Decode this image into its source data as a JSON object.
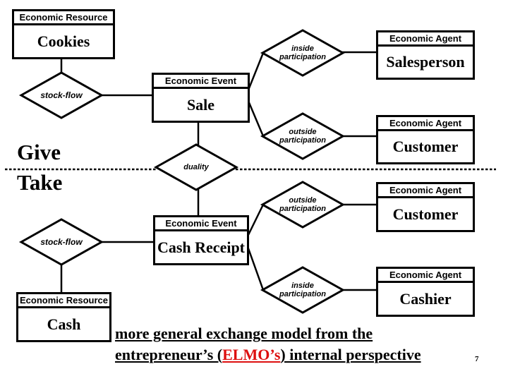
{
  "colors": {
    "line": "#000000",
    "background": "#ffffff",
    "highlight_red": "#dd0f0f"
  },
  "entities": [
    {
      "id": "cookies",
      "type_label": "Economic Resource",
      "name": "Cookies"
    },
    {
      "id": "sale",
      "type_label": "Economic Event",
      "name": "Sale"
    },
    {
      "id": "salesperson",
      "type_label": "Economic Agent",
      "name": "Salesperson"
    },
    {
      "id": "customer-sale",
      "type_label": "Economic Agent",
      "name": "Customer"
    },
    {
      "id": "customer-receipt",
      "type_label": "Economic Agent",
      "name": "Customer"
    },
    {
      "id": "cash-receipt",
      "type_label": "Economic Event",
      "name": "Cash Receipt"
    },
    {
      "id": "cashier",
      "type_label": "Economic Agent",
      "name": "Cashier"
    },
    {
      "id": "cash",
      "type_label": "Economic Resource",
      "name": "Cash"
    }
  ],
  "relationships": [
    {
      "id": "stock-flow-sale",
      "lines": [
        "stock-flow"
      ]
    },
    {
      "id": "inside-participation-sale",
      "lines": [
        "inside",
        "participation"
      ]
    },
    {
      "id": "outside-participation-sale",
      "lines": [
        "outside",
        "participation"
      ]
    },
    {
      "id": "duality",
      "lines": [
        "duality"
      ]
    },
    {
      "id": "outside-participation-receipt",
      "lines": [
        "outside",
        "participation"
      ]
    },
    {
      "id": "inside-participation-receipt",
      "lines": [
        "inside",
        "participation"
      ]
    },
    {
      "id": "stock-flow-receipt",
      "lines": [
        "stock-flow"
      ]
    }
  ],
  "side_labels": {
    "give": "Give",
    "take": "Take"
  },
  "caption": {
    "line1": "more general exchange model from the",
    "line2_before": "entrepreneur’s (",
    "line2_highlight": "ELMO’s",
    "line2_after": ") internal perspective"
  },
  "page_number": "7"
}
